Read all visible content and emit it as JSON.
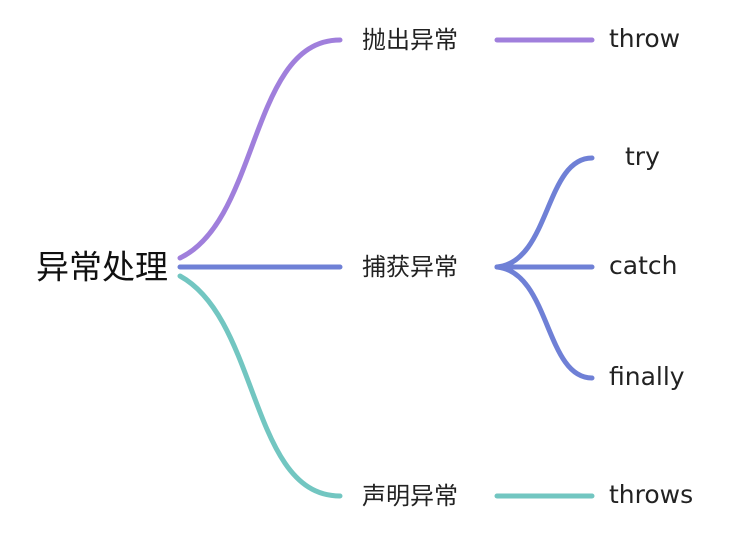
{
  "root": {
    "label": "异常处理"
  },
  "branches": [
    {
      "label": "抛出异常",
      "color": "#a07fdc",
      "children": [
        {
          "label": "throw"
        }
      ]
    },
    {
      "label": "捕获异常",
      "color": "#6f80d6",
      "children": [
        {
          "label": "try"
        },
        {
          "label": "catch"
        },
        {
          "label": "finally"
        }
      ]
    },
    {
      "label": "声明异常",
      "color": "#72c6c1",
      "children": [
        {
          "label": "throws"
        }
      ]
    }
  ]
}
